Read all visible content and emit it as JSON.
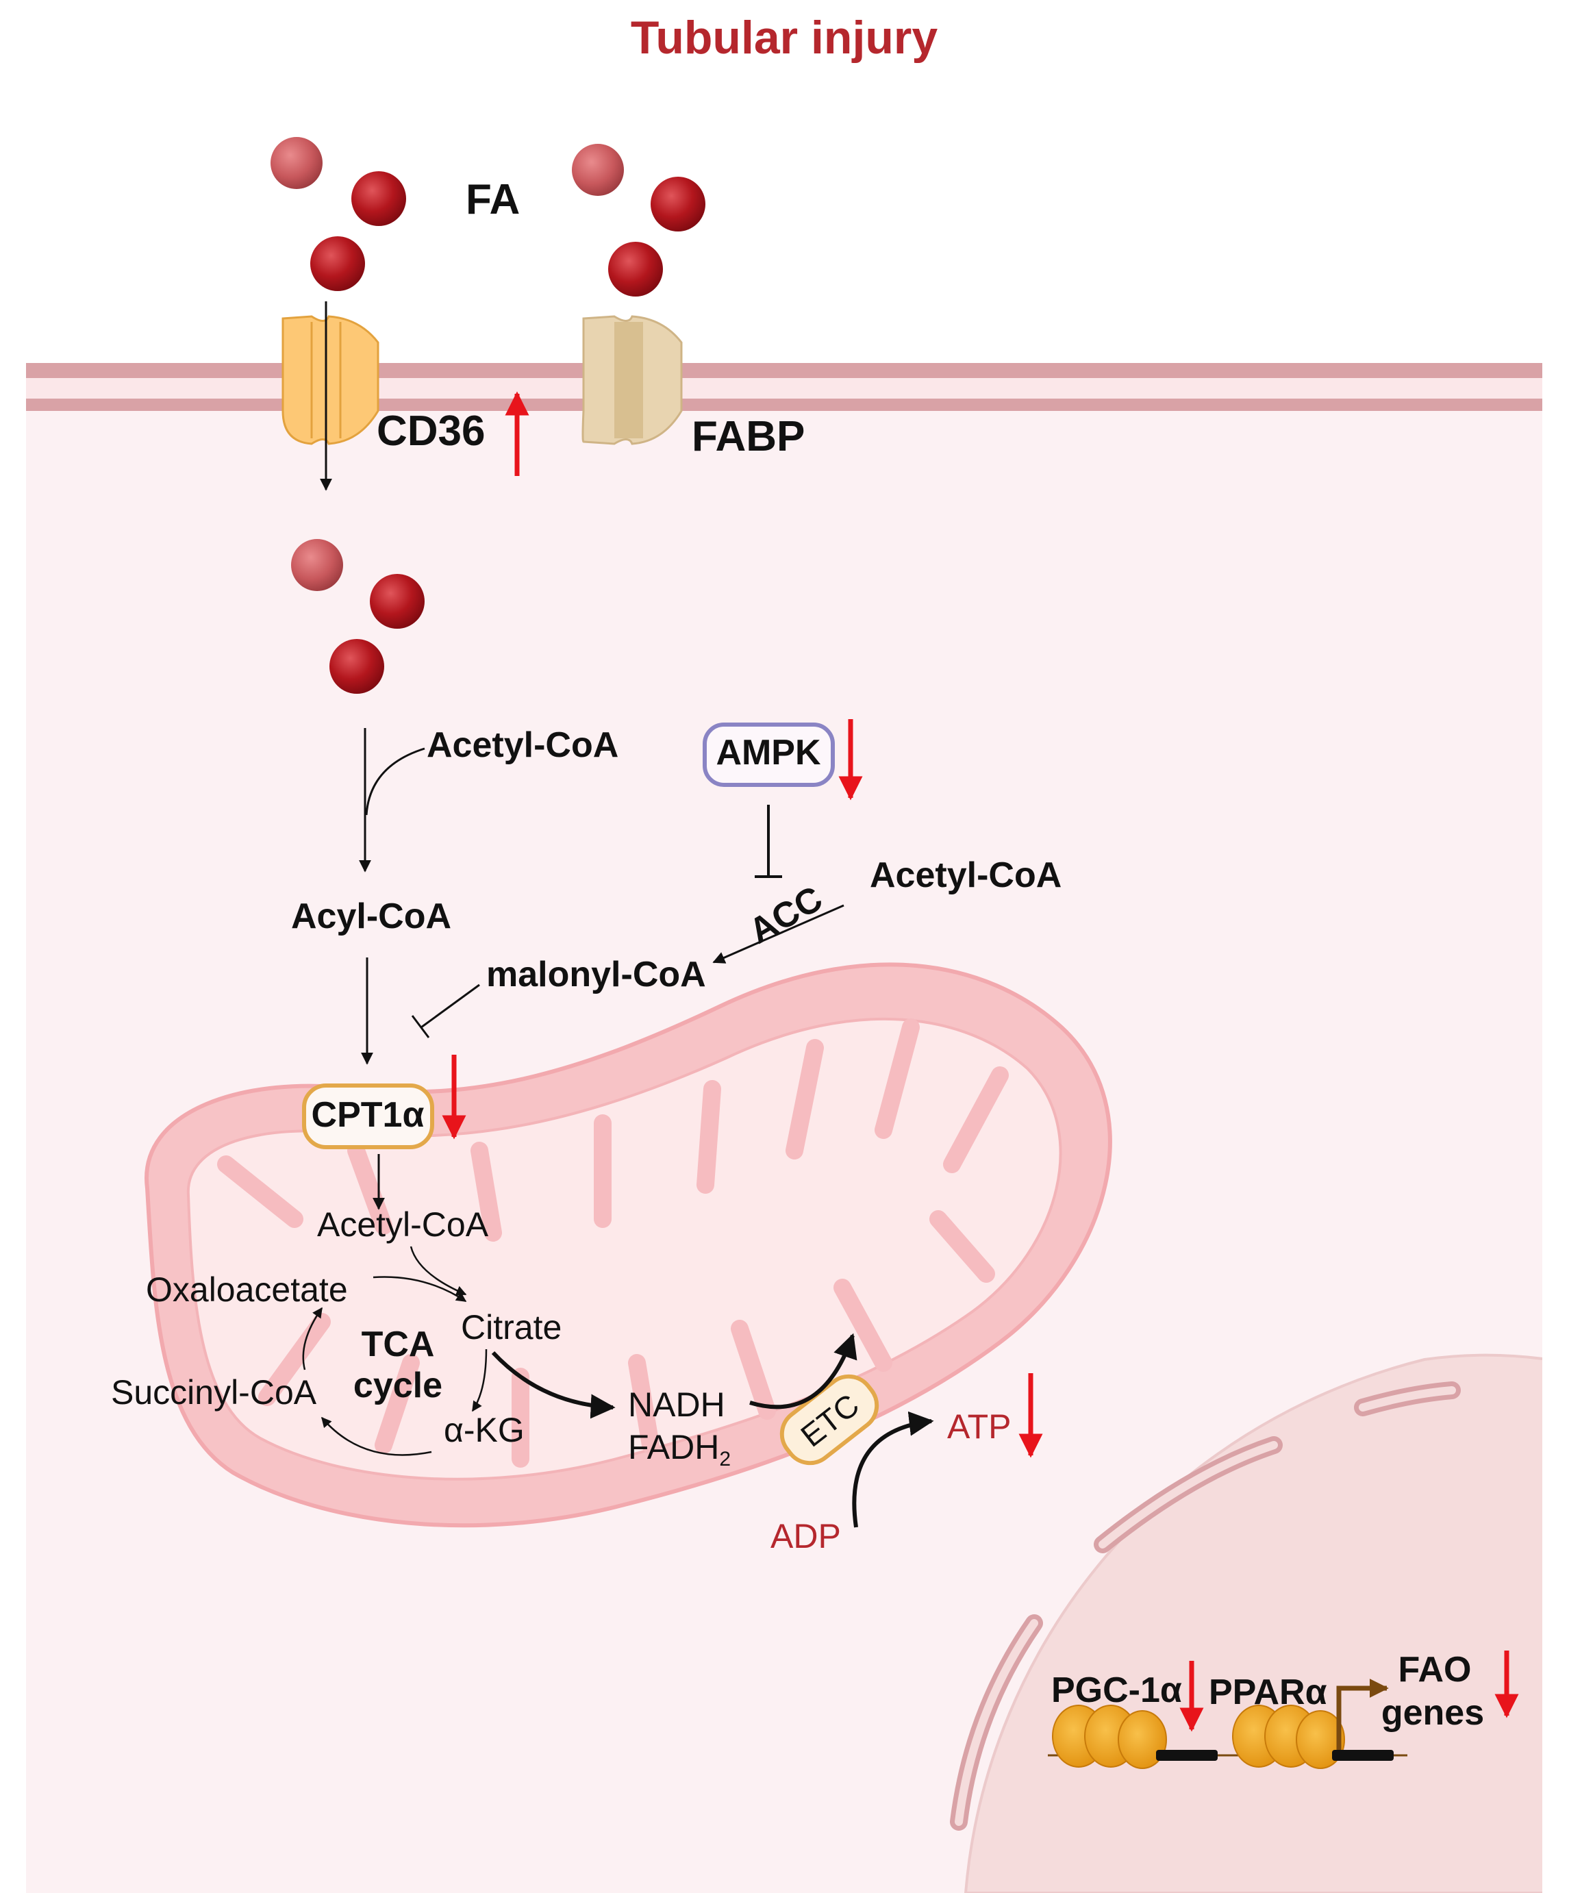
{
  "title": "Tubular injury",
  "labels": {
    "fa": "FA",
    "cd36": "CD36",
    "fabp": "FABP",
    "acetyl_coa_1": "Acetyl-CoA",
    "acyl_coa": "Acyl-CoA",
    "ampk": "AMPK",
    "acc": "ACC",
    "acetyl_coa_2": "Acetyl-CoA",
    "malonyl_coa": "malonyl-CoA",
    "cpt1a": "CPT1α",
    "acetyl_coa_3": "Acetyl-CoA",
    "oxaloacetate": "Oxaloacetate",
    "citrate": "Citrate",
    "tca_line1": "TCA",
    "tca_line2": "cycle",
    "succinyl_coa": "Succinyl-CoA",
    "akg": "α-KG",
    "nadh": "NADH",
    "fadh2": "FADH",
    "fadh2_sub": "2",
    "etc": "ETC",
    "atp": "ATP",
    "adp": "ADP",
    "pgc1a": "PGC-1α",
    "ppara": "PPARα",
    "fao_line1": "FAO",
    "fao_line2": "genes"
  },
  "regulation": {
    "cd36": "up",
    "ampk": "down",
    "cpt1a": "down",
    "atp": "down",
    "pgc1a": "down",
    "fao_genes": "down"
  },
  "colors": {
    "title": "#b5272d",
    "regulation_arrow": "#e8141b",
    "cell_fill": "#fcf1f3",
    "membrane": "#d9a2a6",
    "mito_outer": "#f7c3c6",
    "mito_inner": "#fde9ea",
    "fatty_acid": "#b3161d",
    "cd36_channel": "#fdc875",
    "fabp_channel": "#e8d4b0",
    "nucleus": "#f5dcdc",
    "nucleosome": "#f0a81d",
    "ampk_border": "#8a84c4",
    "cpt1a_border": "#e3a84a",
    "atp_adp_text": "#b5272d",
    "gene_arrow": "#7a4a10"
  },
  "icons": [
    "fatty-acid-icon",
    "channel-icon",
    "mitochondrion-icon",
    "nucleus-icon",
    "nucleosome-icon",
    "gene-promoter-arrow-icon"
  ]
}
